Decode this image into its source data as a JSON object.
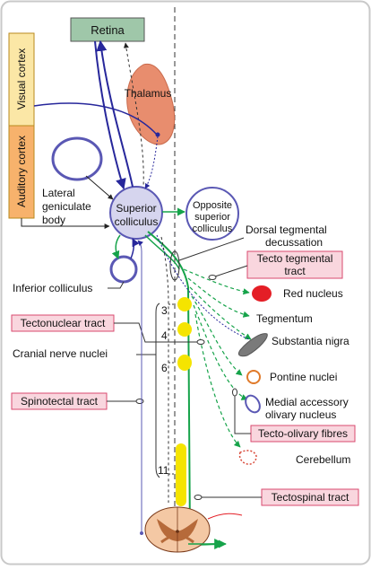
{
  "labels": {
    "retina": "Retina",
    "thalamus": "Thalamus",
    "visual_cortex": "Visual cortex",
    "auditory_cortex": "Auditory cortex",
    "lgb_line1": "Lateral",
    "lgb_line2": "geniculate",
    "lgb_line3": "body",
    "sc_line1": "Superior",
    "sc_line2": "colliculus",
    "osc_line1": "Opposite",
    "osc_line2": "superior",
    "osc_line3": "colliculus",
    "dtd_line1": "Dorsal tegmental",
    "dtd_line2": "decussation",
    "ttt_line1": "Tecto tegmental",
    "ttt_line2": "tract",
    "red_nucleus": "Red nucleus",
    "tegmentum": "Tegmentum",
    "substantia_nigra": "Substantia nigra",
    "pontine_nuclei": "Pontine nuclei",
    "mao_line1": "Medial accessory",
    "mao_line2": "olivary nucleus",
    "tecto_olivary": "Tecto-olivary fibres",
    "cerebellum": "Cerebellum",
    "tectospinal": "Tectospinal tract",
    "inferior_colliculus": "Inferior colliculus",
    "tectonuclear": "Tectonuclear tract",
    "cranial_nerve_nuclei": "Cranial nerve nuclei",
    "spinotectal": "Spinotectal tract",
    "nucleus_3": "3",
    "nucleus_4": "4",
    "nucleus_6": "6",
    "nucleus_11": "11"
  },
  "colors": {
    "pink_box": "#f9d6de",
    "pink_border": "#d94a6f",
    "retina_box": "#9fc7a9",
    "cortex_box": "#fbe7a6",
    "cortex_auditory": "#f7b26c",
    "thalamus": "#e88d6e",
    "colliculus_fill": "#d6d5ee",
    "blue_path": "#27279b",
    "green_path": "#16a34a",
    "yellow_nuclei": "#f5e400",
    "red_nucleus": "#e41e26"
  }
}
